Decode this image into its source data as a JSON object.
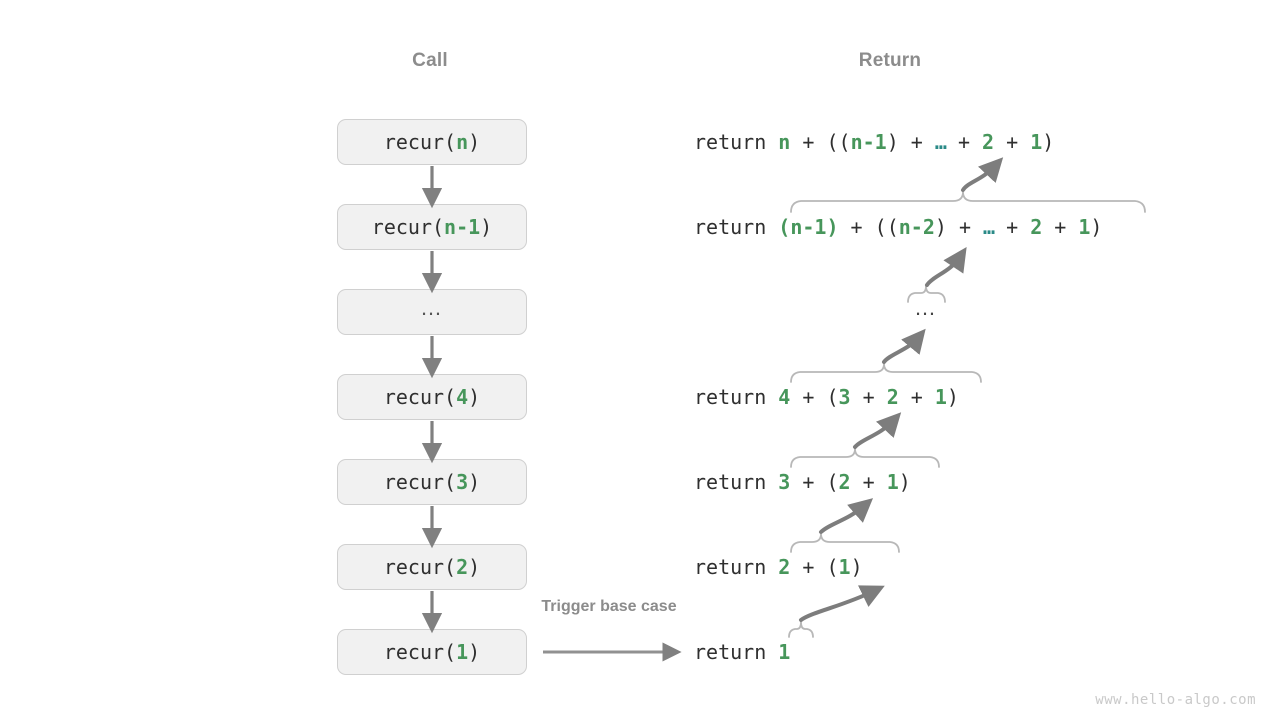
{
  "headers": {
    "call": "Call",
    "return": "Return"
  },
  "colors": {
    "accent_green": "#47965b",
    "accent_teal": "#2a8a87",
    "text_dark": "#2f2f2f",
    "muted_gray": "#8c8c8c",
    "box_fill": "#f1f1f1",
    "box_border": "#d0d0d0",
    "arrow_gray": "#808080",
    "brace_gray": "#b5b5b5",
    "watermark": "#c9c9c9"
  },
  "call_stack": [
    {
      "id": "recur-n",
      "prefix": "recur(",
      "arg": "n",
      "suffix": ")",
      "is_ellipsis": false,
      "text": "recur(n)"
    },
    {
      "id": "recur-n1",
      "prefix": "recur(",
      "arg": "n-1",
      "suffix": ")",
      "is_ellipsis": false,
      "text": "recur(n-1)"
    },
    {
      "id": "ellipsis",
      "prefix": "",
      "arg": "",
      "suffix": "",
      "is_ellipsis": true,
      "text": "…"
    },
    {
      "id": "recur-4",
      "prefix": "recur(",
      "arg": "4",
      "suffix": ")",
      "is_ellipsis": false,
      "text": "recur(4)"
    },
    {
      "id": "recur-3",
      "prefix": "recur(",
      "arg": "3",
      "suffix": ")",
      "is_ellipsis": false,
      "text": "recur(3)"
    },
    {
      "id": "recur-2",
      "prefix": "recur(",
      "arg": "2",
      "suffix": ")",
      "is_ellipsis": false,
      "text": "recur(2)"
    },
    {
      "id": "recur-1",
      "prefix": "recur(",
      "arg": "1",
      "suffix": ")",
      "is_ellipsis": false,
      "text": "recur(1)"
    }
  ],
  "returns": [
    {
      "id": "ret-n",
      "keyword": "return ",
      "expression": "n + ((n-1) + … + 2 + 1)",
      "is_ellipsis": false
    },
    {
      "id": "ret-n1",
      "keyword": "return ",
      "expression": "(n-1) + ((n-2) + … + 2 + 1)",
      "is_ellipsis": false
    },
    {
      "id": "ret-mid",
      "keyword": "",
      "expression": "…",
      "is_ellipsis": true
    },
    {
      "id": "ret-4",
      "keyword": "return ",
      "expression": "4 + (3 + 2 + 1)",
      "is_ellipsis": false
    },
    {
      "id": "ret-3",
      "keyword": "return ",
      "expression": "3 + (2 + 1)",
      "is_ellipsis": false
    },
    {
      "id": "ret-2",
      "keyword": "return ",
      "expression": "2 + (1)",
      "is_ellipsis": false
    },
    {
      "id": "ret-1",
      "keyword": "return ",
      "expression": "1",
      "is_ellipsis": false
    }
  ],
  "annotations": {
    "trigger_base_case": "Trigger base case"
  },
  "watermark": "www.hello-algo.com"
}
